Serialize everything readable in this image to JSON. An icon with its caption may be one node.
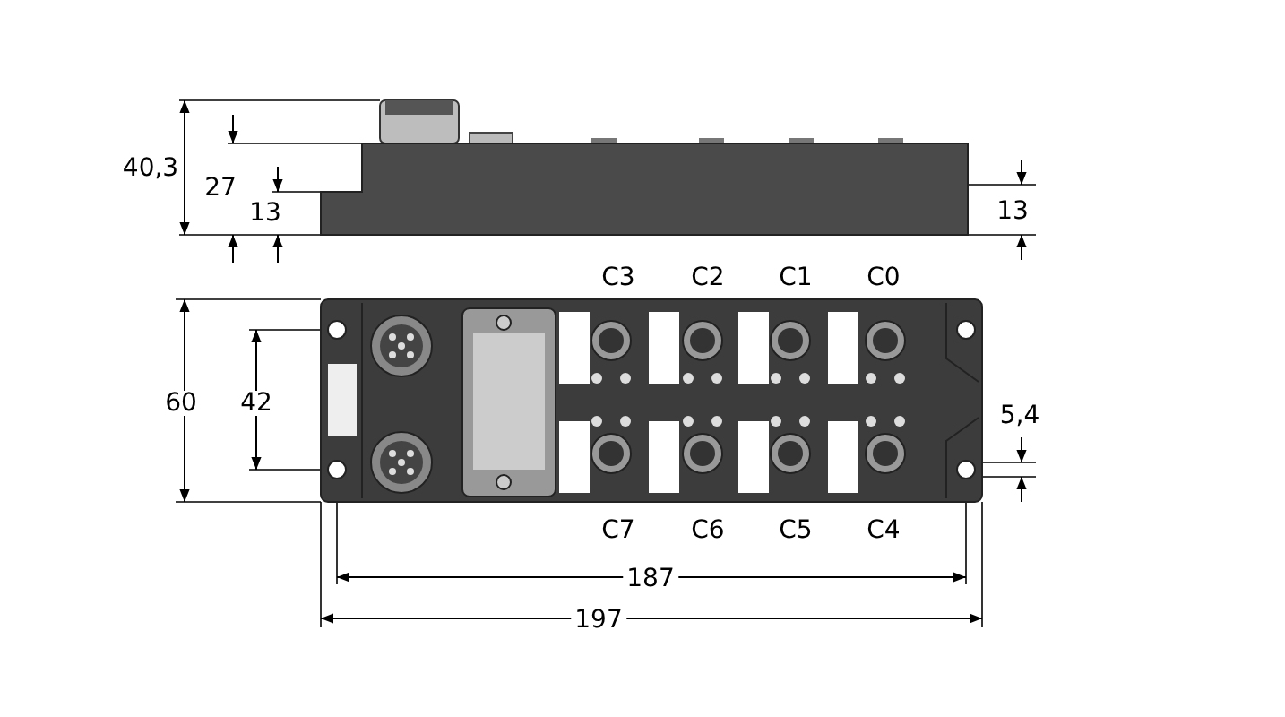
{
  "diagram": {
    "labels": [
      "40,3",
      "27",
      "13",
      "13",
      "C3",
      "C2",
      "C1",
      "C0",
      "60",
      "42",
      "5,4",
      "C7",
      "C6",
      "C5",
      "C4",
      "187",
      "197"
    ]
  }
}
